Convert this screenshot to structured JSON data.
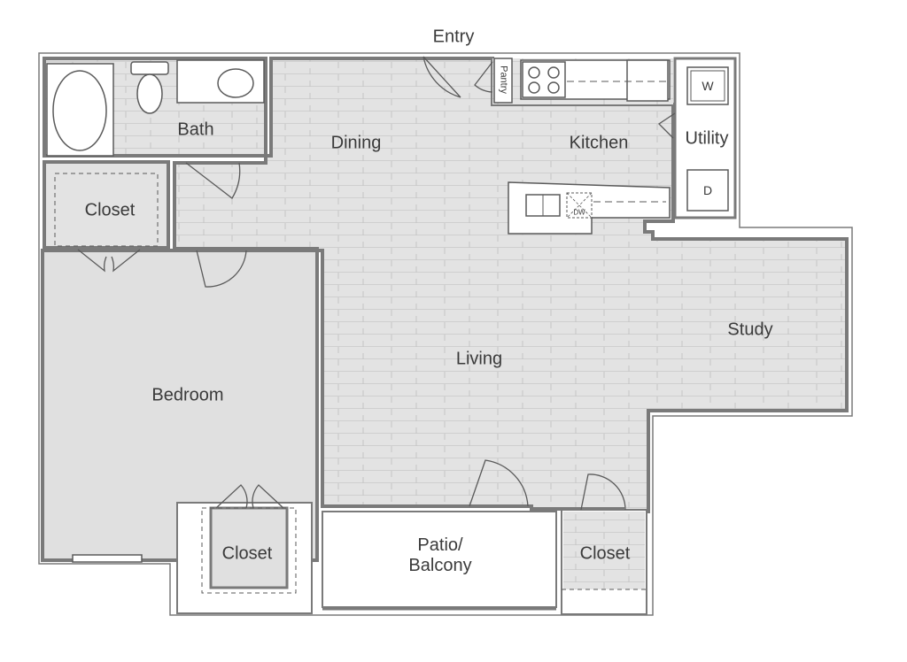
{
  "labels": {
    "entry": "Entry",
    "bath": "Bath",
    "dining": "Dining",
    "kitchen": "Kitchen",
    "utility": "Utility",
    "closet_bath": "Closet",
    "bedroom": "Bedroom",
    "living": "Living",
    "study": "Study",
    "closet_bedroom": "Closet",
    "patio": "Patio/\nBalcony",
    "closet_living": "Closet",
    "pantry": "Pantry",
    "washer": "W",
    "dryer": "D",
    "dishwasher": "DW"
  },
  "colors": {
    "floor": "#e3e3e3",
    "floor_line": "#c9c9c9",
    "wall": "#7a7a7a",
    "fixture": "#5a5a5a",
    "text": "#3a3a3a",
    "outside": "#ffffff"
  }
}
